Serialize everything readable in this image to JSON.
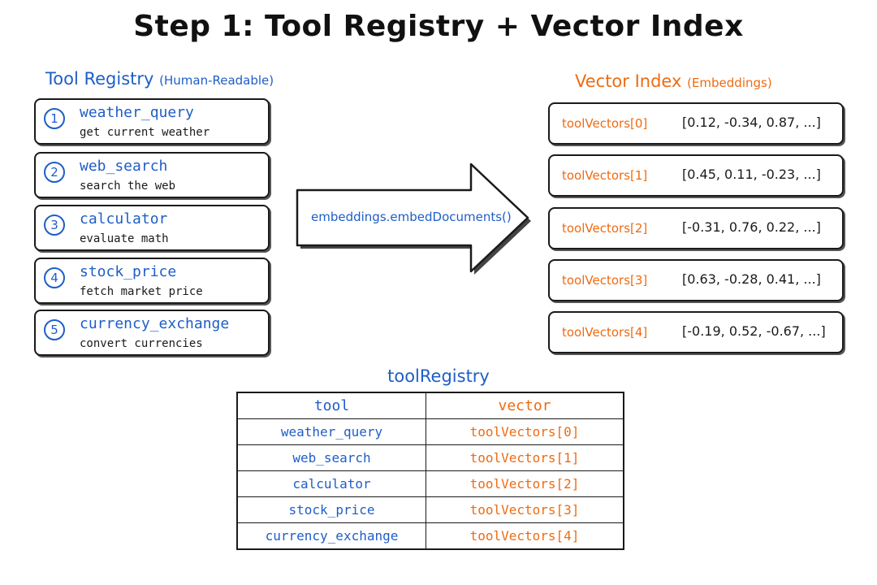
{
  "title": "Step 1: Tool Registry + Vector Index",
  "registry": {
    "title": "Tool Registry",
    "subtitle": "(Human-Readable)",
    "tools": [
      {
        "num": "1",
        "name": "weather_query",
        "desc": "get current weather"
      },
      {
        "num": "2",
        "name": "web_search",
        "desc": "search the web"
      },
      {
        "num": "3",
        "name": "calculator",
        "desc": "evaluate math"
      },
      {
        "num": "4",
        "name": "stock_price",
        "desc": "fetch market price"
      },
      {
        "num": "5",
        "name": "currency_exchange",
        "desc": "convert currencies"
      }
    ]
  },
  "arrow": {
    "label": "embeddings.embedDocuments()"
  },
  "vector_index": {
    "title": "Vector Index",
    "subtitle": "(Embeddings)",
    "vectors": [
      {
        "label": "toolVectors[0]",
        "values": "[0.12, -0.34, 0.87, ...]"
      },
      {
        "label": "toolVectors[1]",
        "values": "[0.45, 0.11, -0.23, ...]"
      },
      {
        "label": "toolVectors[2]",
        "values": "[-0.31, 0.76, 0.22, ...]"
      },
      {
        "label": "toolVectors[3]",
        "values": "[0.63, -0.28, 0.41, ...]"
      },
      {
        "label": "toolVectors[4]",
        "values": "[-0.19, 0.52, -0.67, ...]"
      }
    ]
  },
  "table": {
    "title": "toolRegistry",
    "headers": [
      "tool",
      "vector"
    ],
    "rows": [
      [
        "weather_query",
        "toolVectors[0]"
      ],
      [
        "web_search",
        "toolVectors[1]"
      ],
      [
        "calculator",
        "toolVectors[2]"
      ],
      [
        "stock_price",
        "toolVectors[3]"
      ],
      [
        "currency_exchange",
        "toolVectors[4]"
      ]
    ]
  },
  "colors": {
    "blue": "#1e5ec8",
    "orange": "#ee6b12",
    "ink": "#1a1a1a"
  }
}
